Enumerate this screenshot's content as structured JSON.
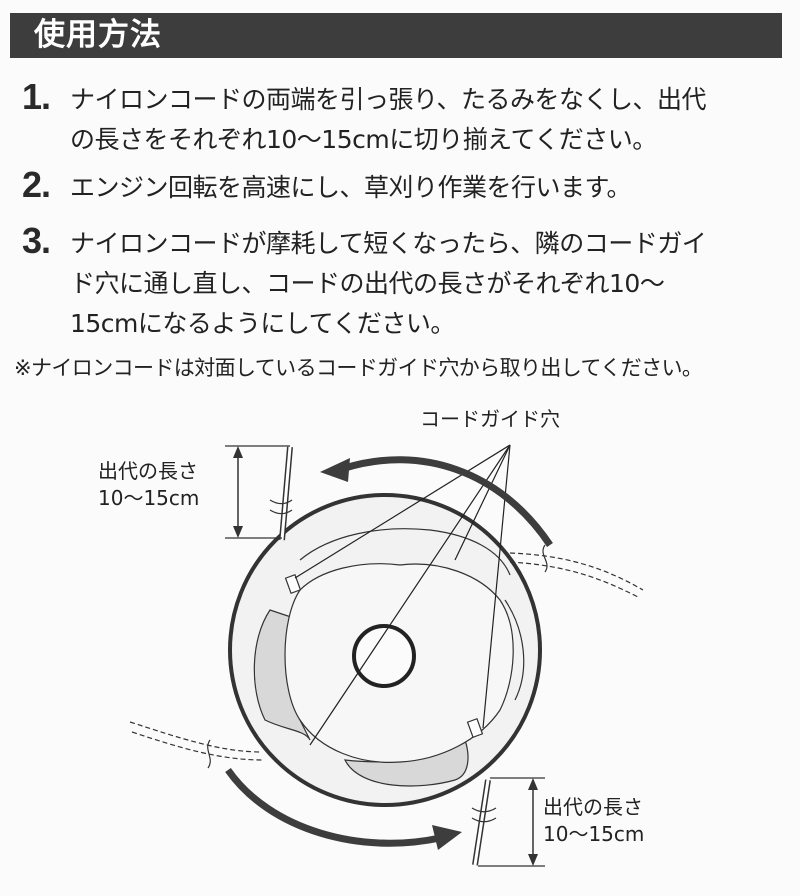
{
  "header": {
    "title": "使用方法",
    "bg_color": "#3d3d3d"
  },
  "steps": [
    {
      "number": "1.",
      "lines": [
        "ナイロンコードの両端を引っ張り、たるみをなくし、出代",
        "の長さをそれぞれ10～15cmに切り揃えてください。"
      ]
    },
    {
      "number": "2.",
      "lines": [
        "エンジン回転を高速にし、草刈り作業を行います。"
      ]
    },
    {
      "number": "3.",
      "lines": [
        "ナイロンコードが摩耗して短くなったら、隣のコードガイ",
        "ド穴に通し直し、コードの出代の長さがそれぞれ10～",
        "15cmになるようにしてください。"
      ]
    }
  ],
  "note": "※ナイロンコードは対面しているコードガイド穴から取り出してください。",
  "diagram": {
    "guide_hole_label": "コードガイド穴",
    "length_label_top": {
      "line1": "出代の長さ",
      "line2": "10～15cm"
    },
    "length_label_bottom": {
      "line1": "出代の長さ",
      "line2": "10～15cm"
    },
    "rotation": "counter-clockwise"
  }
}
